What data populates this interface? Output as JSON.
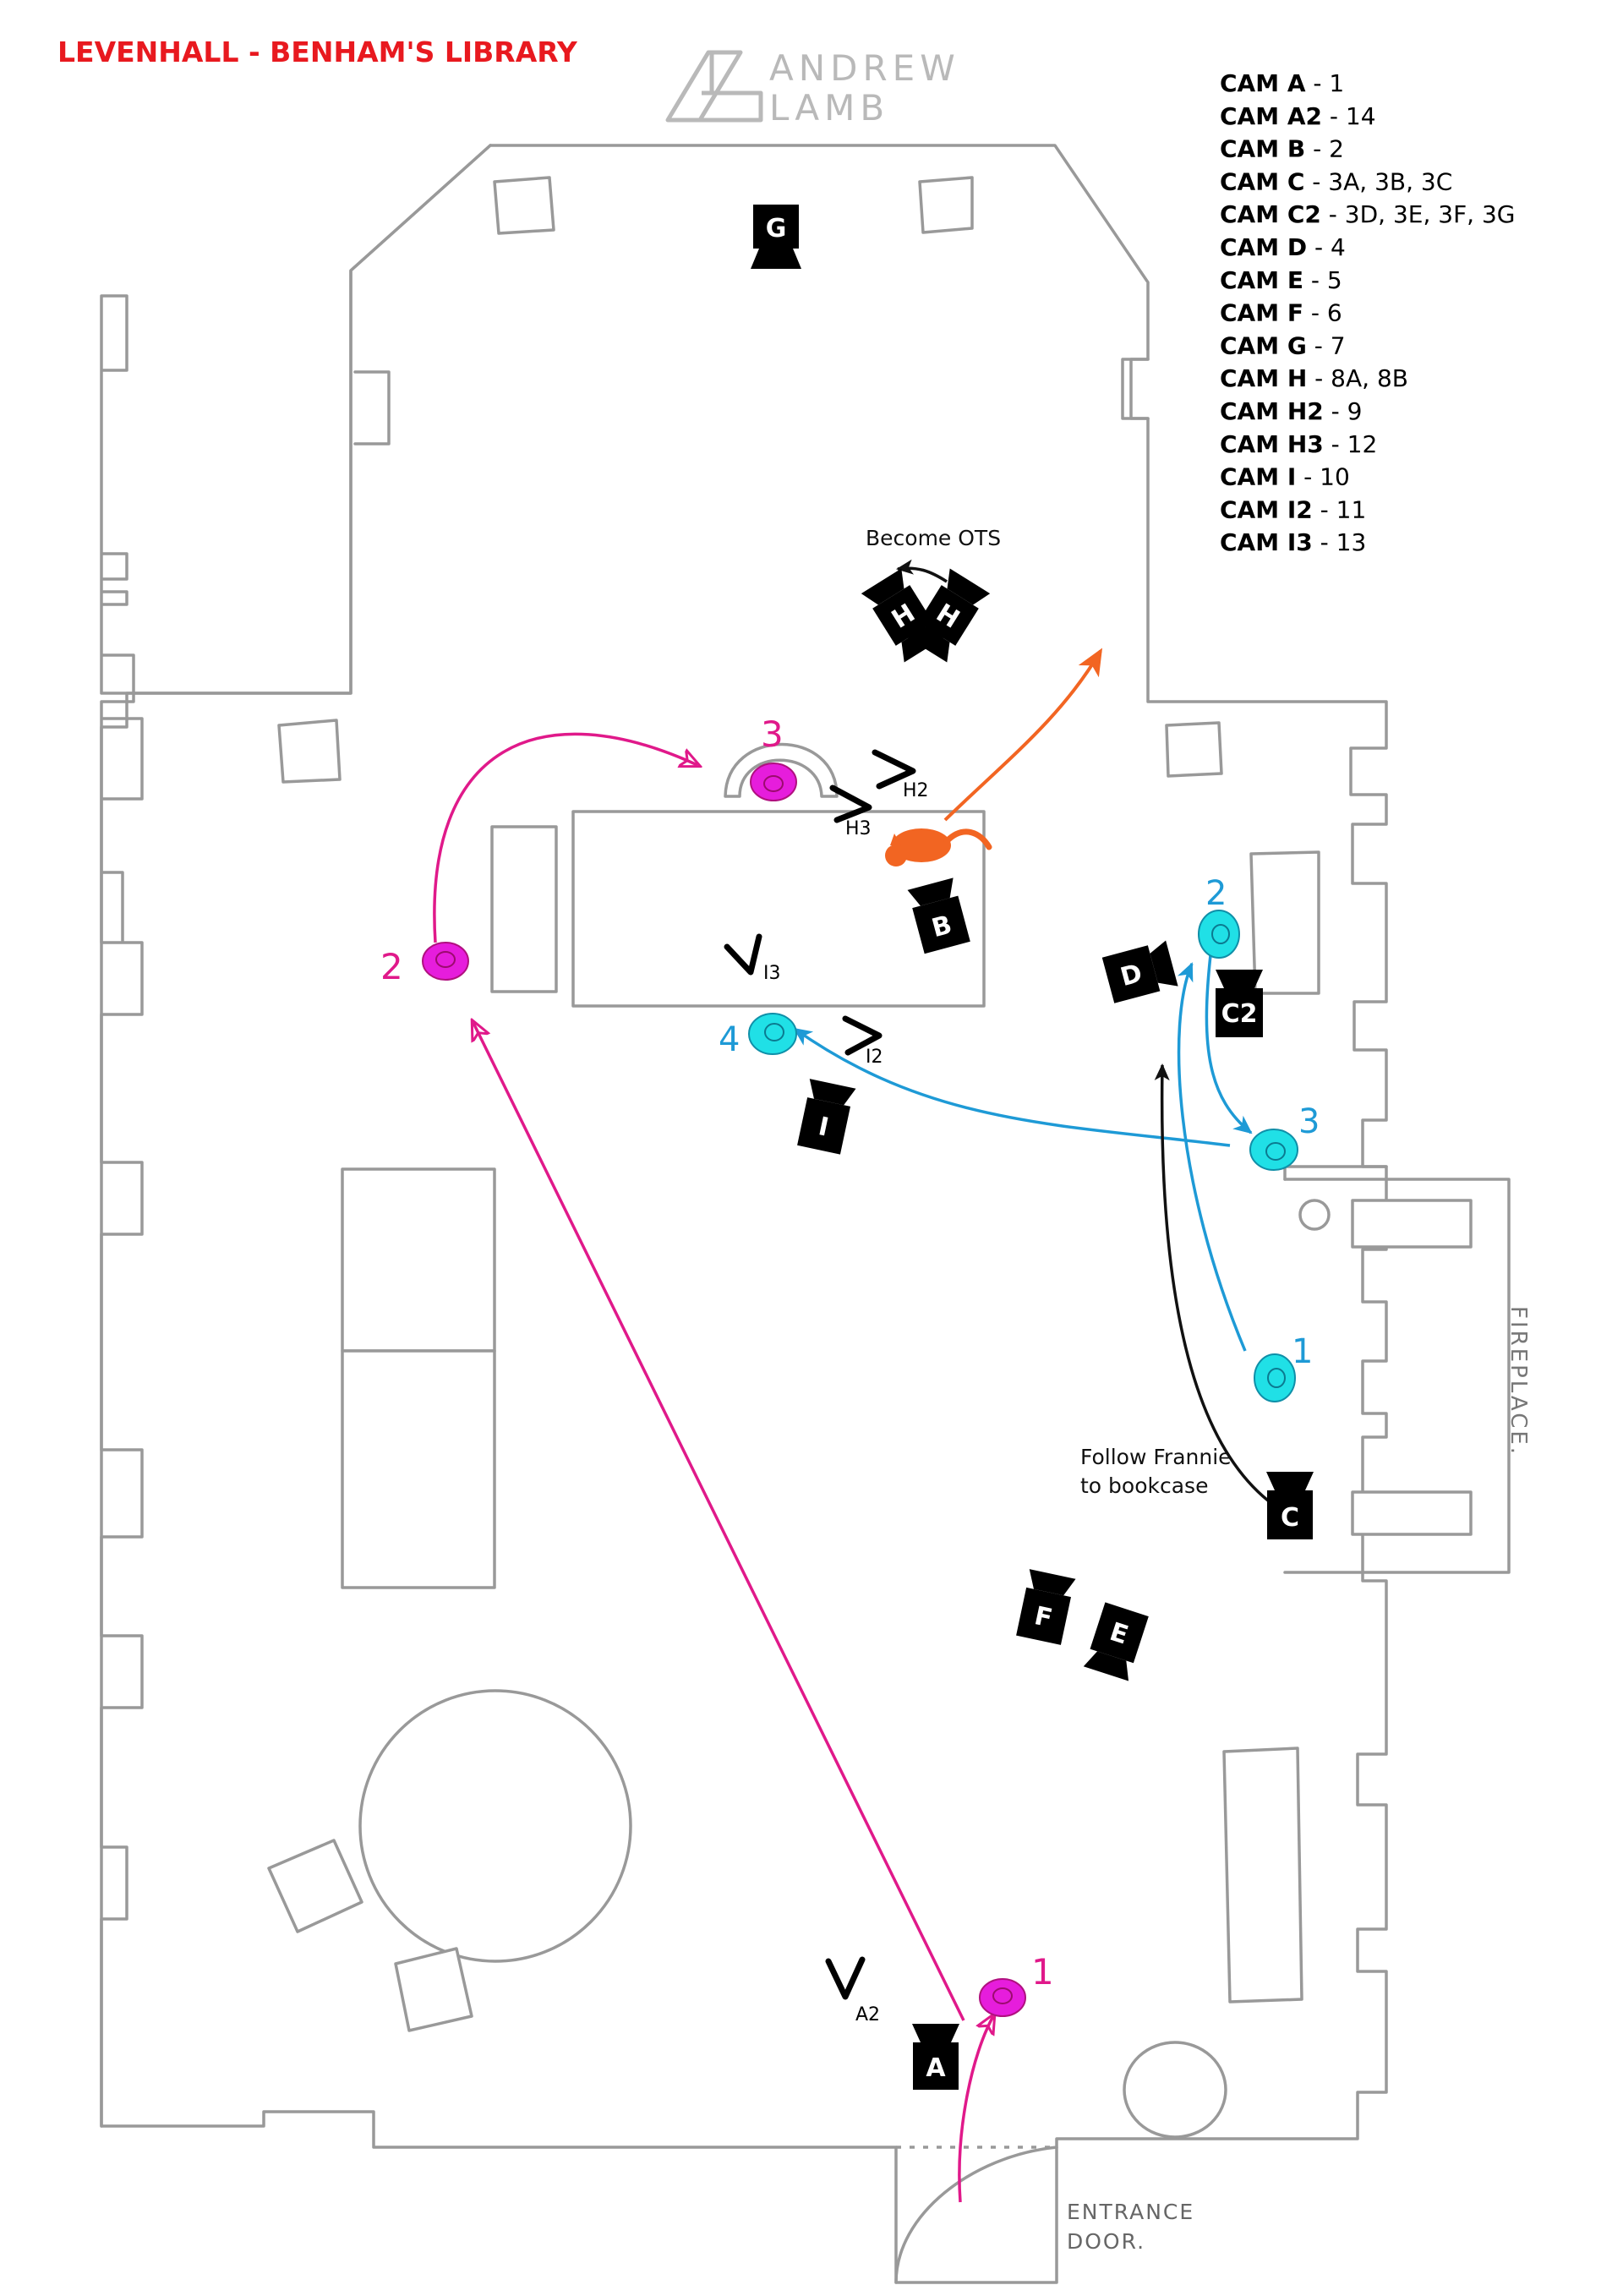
{
  "header": {
    "title": "LEVENHALL - BENHAM'S LIBRARY",
    "logo_line1": "ANDREW",
    "logo_line2": "LAMB"
  },
  "legend": [
    {
      "cam": "CAM A",
      "shots": "1"
    },
    {
      "cam": "CAM A2",
      "shots": "14"
    },
    {
      "cam": "CAM B",
      "shots": "2"
    },
    {
      "cam": "CAM C",
      "shots": "3A, 3B, 3C"
    },
    {
      "cam": "CAM C2",
      "shots": "3D, 3E, 3F, 3G"
    },
    {
      "cam": "CAM D",
      "shots": "4"
    },
    {
      "cam": "CAM E",
      "shots": "5"
    },
    {
      "cam": "CAM F",
      "shots": "6"
    },
    {
      "cam": "CAM G",
      "shots": "7"
    },
    {
      "cam": "CAM H",
      "shots": "8A, 8B"
    },
    {
      "cam": "CAM H2",
      "shots": "9"
    },
    {
      "cam": "CAM H3",
      "shots": "12"
    },
    {
      "cam": "CAM I",
      "shots": "10"
    },
    {
      "cam": "CAM I2",
      "shots": "11"
    },
    {
      "cam": "CAM I3",
      "shots": "13"
    }
  ],
  "legend_sep": " - ",
  "cameras": {
    "g": "G",
    "h1": "H",
    "h2": "H",
    "b": "B",
    "d": "D",
    "c2": "C2",
    "i": "I",
    "c": "C",
    "f": "F",
    "e": "E",
    "a": "A"
  },
  "chevrons": {
    "h2": "H2",
    "h3": "H3",
    "i3": "I3",
    "i2": "I2",
    "a2": "A2"
  },
  "actor_magenta": {
    "p1": "1",
    "p2": "2",
    "p3": "3"
  },
  "actor_cyan": {
    "p1": "1",
    "p2": "2",
    "p3": "3",
    "p4": "4"
  },
  "notes": {
    "become_ots": "Become OTS",
    "follow_line1": "Follow Frannie",
    "follow_line2": "to bookcase",
    "fireplace": "FIREPLACE.",
    "entrance_line1": "ENTRANCE",
    "entrance_line2": "DOOR."
  },
  "colors": {
    "title": "#e8191f",
    "actor_magenta": "#e0198a",
    "actor_cyan": "#1e9ad6",
    "pet_orange": "#f26522",
    "walls": "#999999",
    "cameras": "#000000"
  }
}
